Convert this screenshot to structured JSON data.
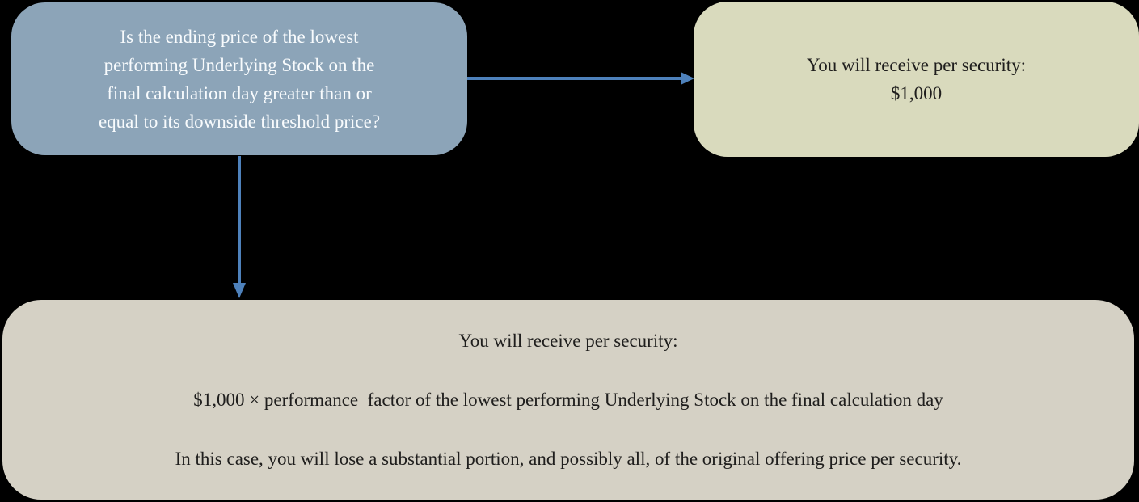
{
  "diagram": {
    "type": "flowchart",
    "background_color": "#000000",
    "arrow_color": "#4E81BB",
    "question_box": {
      "fill": "#8CA4B8",
      "text_color": "#F8FBFD",
      "lines": [
        "Is the ending price of the lowest",
        "performing Underlying Stock on the",
        "final calculation day greater than or",
        "equal to its downside threshold price?"
      ]
    },
    "yes_outcome_box": {
      "fill": "#D9DABD",
      "text_color": "#1F1E1D",
      "lines": [
        "You will receive per security:",
        "$1,000"
      ]
    },
    "no_outcome_box": {
      "fill": "#D5D1C5",
      "text_color": "#1F1E1D",
      "lines": [
        "You will receive per security:",
        "$1,000 × performance  factor of the lowest performing Underlying Stock on the final calculation day",
        "In this case, you will lose a substantial portion, and possibly all, of the original offering price per security."
      ]
    }
  }
}
